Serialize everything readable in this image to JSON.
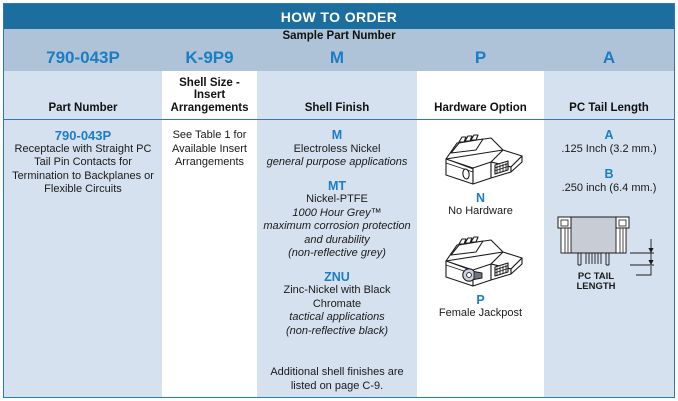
{
  "table": {
    "title": "HOW TO ORDER",
    "sample_label": "Sample Part Number",
    "sample_codes": [
      "790-043P",
      "K-9P9",
      "M",
      "P",
      "A"
    ],
    "column_headers": [
      "Part Number",
      "Shell Size - Insert Arrangements",
      "Shell Finish",
      "Hardware Option",
      "PC Tail Length"
    ],
    "part_number": {
      "code": "790-043P",
      "description": "Receptacle with Straight PC Tail Pin Contacts for Termination to Backplanes or Flexible Circuits"
    },
    "shell_size": {
      "note": "See Table 1 for Available Insert Arrangements"
    },
    "shell_finish": {
      "options": [
        {
          "code": "M",
          "name": "Electroless Nickel",
          "note1": "general purpose applications",
          "note2": "",
          "note3": "",
          "note4": ""
        },
        {
          "code": "MT",
          "name": "Nickel-PTFE",
          "note1": "1000 Hour Grey™",
          "note2": "maximum corrosion protection",
          "note3": "and durability",
          "note4": "(non-reflective grey)"
        },
        {
          "code": "ZNU",
          "name": "Zinc-Nickel with Black Chromate",
          "note1": "tactical applications",
          "note2": "(non-reflective black)",
          "note3": "",
          "note4": ""
        }
      ],
      "footnote": "Additional shell finishes are listed on page C-9."
    },
    "hardware_option": {
      "options": [
        {
          "code": "N",
          "label": "No Hardware",
          "icon": "connector-no-hardware-icon"
        },
        {
          "code": "P",
          "label": "Female Jackpost",
          "icon": "connector-female-jackpost-icon"
        }
      ]
    },
    "pc_tail_length": {
      "options": [
        {
          "code": "A",
          "value": ".125 Inch (3.2 mm.)"
        },
        {
          "code": "B",
          "value": ".250 inch (6.4 mm.)"
        }
      ],
      "diagram": {
        "icon": "pc-tail-length-diagram-icon",
        "callout_line1": "PC TAIL",
        "callout_line2": "LENGTH"
      }
    }
  },
  "colors": {
    "header_band": "#1c6e9e",
    "sample_band": "#aec3d8",
    "cell_blue": "#d5e1ef",
    "accent_blue": "#1b7dc4",
    "border": "#2c7bb0"
  }
}
